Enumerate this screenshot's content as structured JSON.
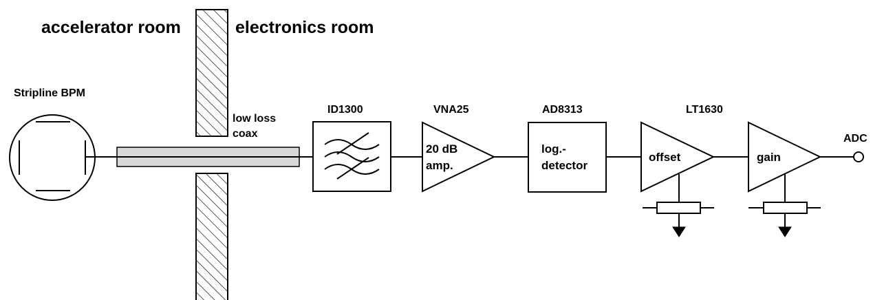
{
  "rooms": {
    "left": "accelerator room",
    "right": "electronics room"
  },
  "bpm": {
    "label": "Stripline BPM"
  },
  "cable": {
    "label_line1": "low loss",
    "label_line2": "coax"
  },
  "filter": {
    "label": "ID1300"
  },
  "amplifier": {
    "label": "VNA25",
    "inner_line1": "20 dB",
    "inner_line2": "amp."
  },
  "detector": {
    "label": "AD8313",
    "inner_line1": "log.-",
    "inner_line2": "detector"
  },
  "opamp": {
    "label": "LT1630",
    "offset_label": "offset",
    "gain_label": "gain"
  },
  "output": {
    "label": "ADC"
  }
}
